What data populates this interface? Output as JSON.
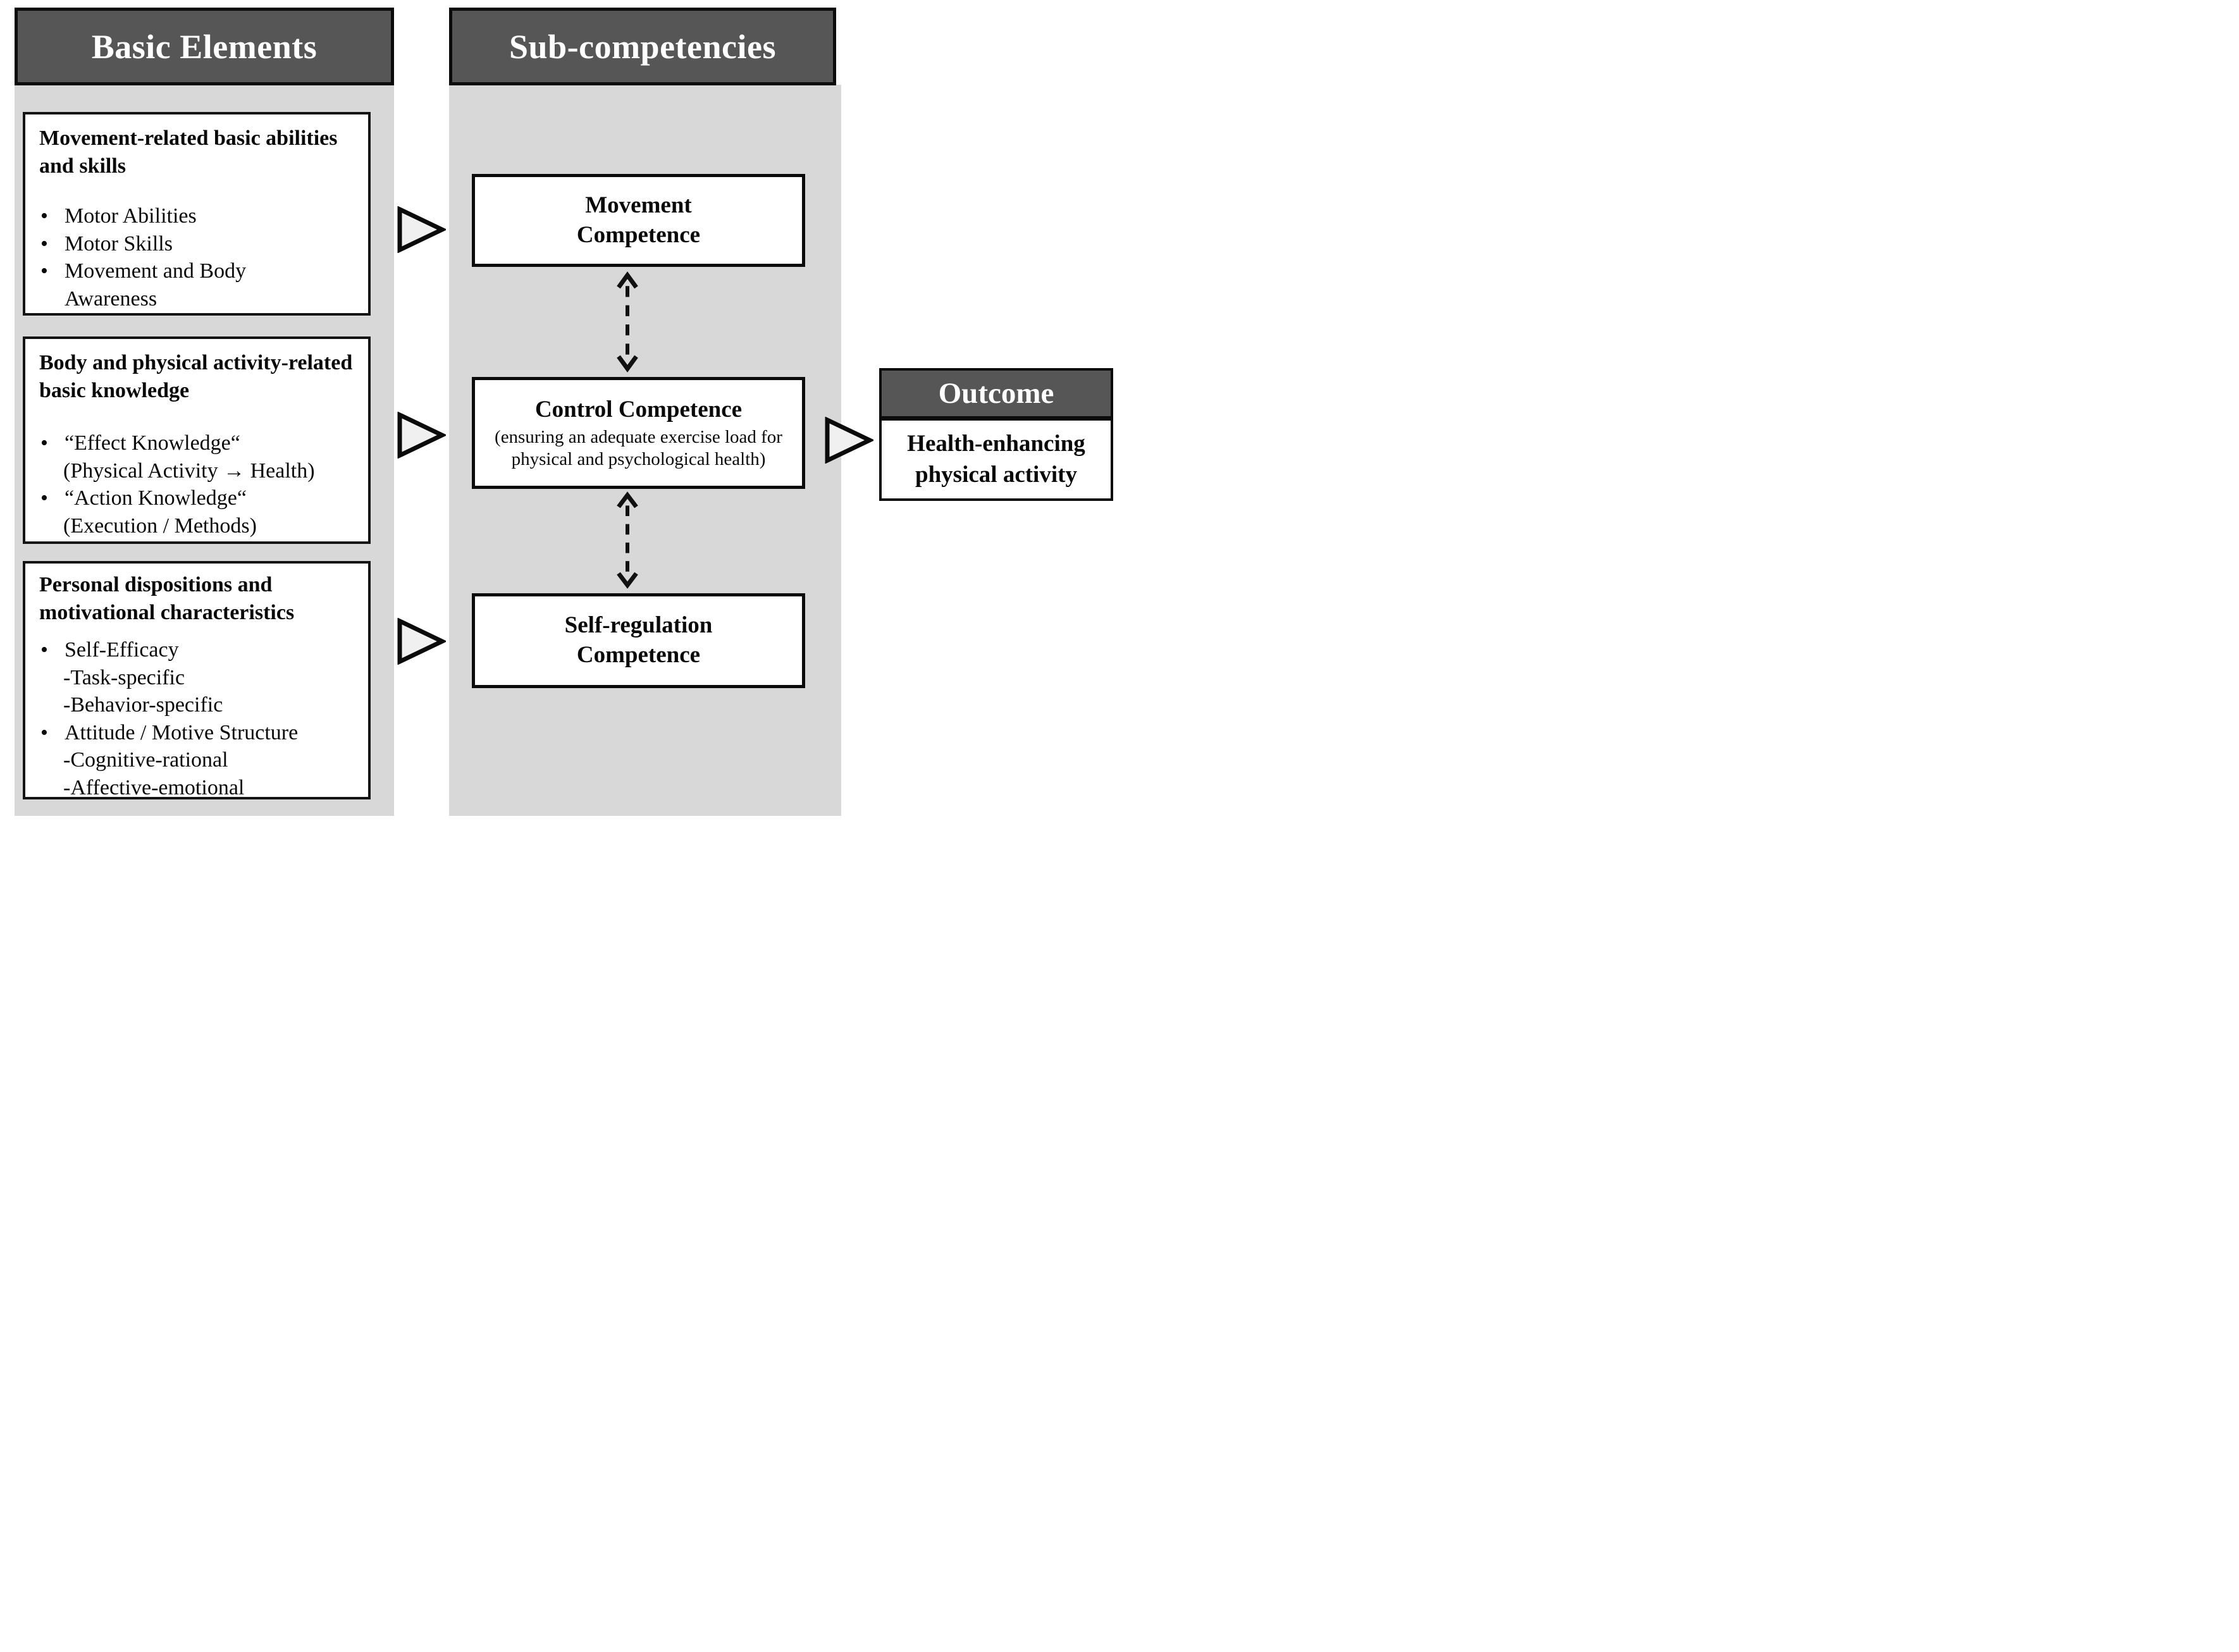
{
  "glyphs": {
    "bullet": "•"
  },
  "colors": {
    "header_bg": "#565656",
    "header_text": "#ffffff",
    "panel_bg": "#d8d8d8",
    "box_bg": "#ffffff",
    "border": "#0b0b0b",
    "arrow_fill": "#f0f0f0"
  },
  "basic": {
    "header": "Basic Elements",
    "boxes": [
      {
        "title": "Movement-related basic abilities and skills",
        "items": [
          {
            "text": "Motor Abilities"
          },
          {
            "text": "Motor Skills"
          },
          {
            "text": "Movement and Body Awareness"
          }
        ]
      },
      {
        "title": "Body and physical activity-related basic knowledge",
        "items": [
          {
            "text": "“Effect Knowledge“",
            "sub": "(Physical Activity → Health)"
          },
          {
            "text": "“Action Knowledge“",
            "sub": "(Execution / Methods)"
          }
        ]
      },
      {
        "title": "Personal dispositions and motivational characteristics",
        "items": [
          {
            "text": "Self-Efficacy",
            "sub": "-Task-specific",
            "sub2": "-Behavior-specific"
          },
          {
            "text": "Attitude / Motive Structure",
            "sub": "-Cognitive-rational",
            "sub2": "-Affective-emotional"
          }
        ]
      }
    ]
  },
  "sub": {
    "header": "Sub-competencies",
    "boxes": [
      {
        "title": "Movement Competence"
      },
      {
        "title": "Control Competence",
        "subtitle": "(ensuring an adequate exercise load for physical and psychological health)"
      },
      {
        "title": "Self-regulation Competence"
      }
    ]
  },
  "outcome": {
    "header": "Outcome",
    "label": "Health-enhancing physical activity"
  }
}
